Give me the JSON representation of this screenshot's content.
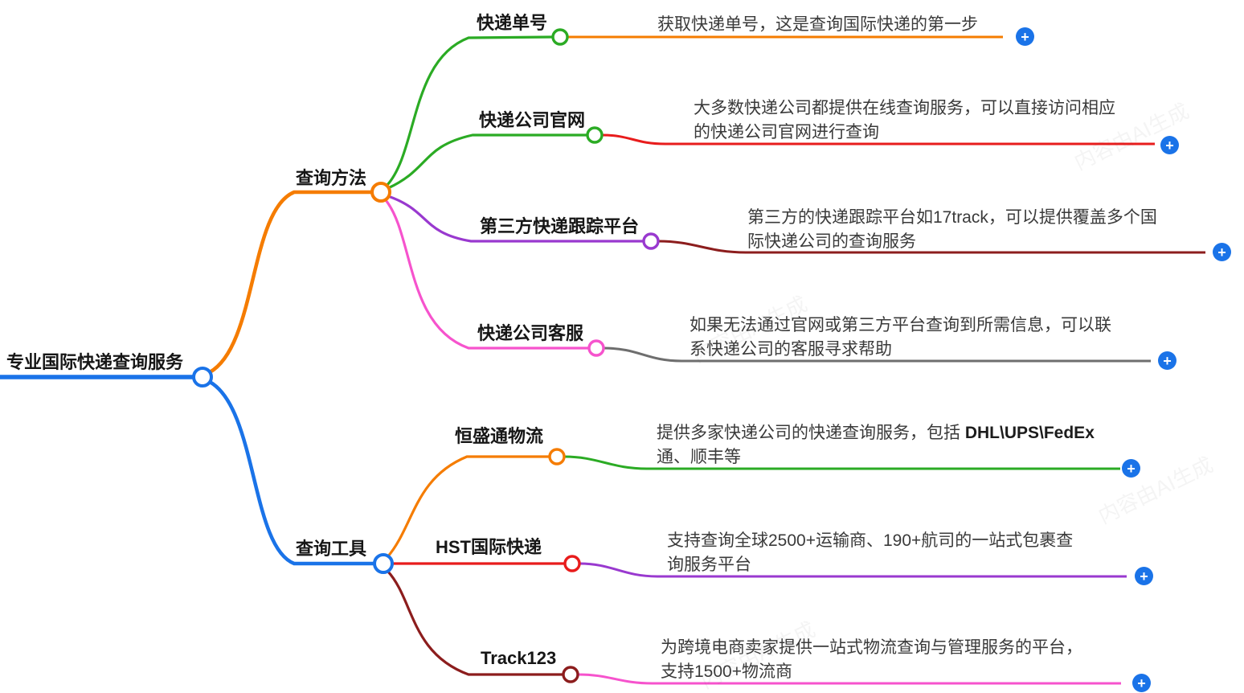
{
  "mindmap": {
    "root": {
      "label": "专业国际快递查询服务"
    },
    "branches": [
      {
        "label": "查询方法",
        "children": [
          {
            "label": "快递单号",
            "desc_lines": [
              "获取快递单号，这是查询国际快递的第一步"
            ]
          },
          {
            "label": "快递公司官网",
            "desc_lines": [
              "大多数快递公司都提供在线查询服务，可以直接访问相应",
              "的快递公司官网进行查询"
            ]
          },
          {
            "label": "第三方快递跟踪平台",
            "desc_lines": [
              "第三方的快递跟踪平台如17track，可以提供覆盖多个国",
              "际快递公司的查询服务"
            ]
          },
          {
            "label": "快递公司客服",
            "desc_lines": [
              "如果无法通过官网或第三方平台查询到所需信息，可以联",
              "系快递公司的客服寻求帮助"
            ]
          }
        ]
      },
      {
        "label": "查询工具",
        "children": [
          {
            "label": "恒盛通物流",
            "desc_pre": "提供多家快递公司的快递查询服务，包括 ",
            "desc_bold": "DHL\\UPS\\FedEx",
            "desc_line2": "通、顺丰等"
          },
          {
            "label": "HST国际快递",
            "desc_lines": [
              "支持查询全球2500+运输商、190+航司的一站式包裹查",
              "询服务平台"
            ]
          },
          {
            "label": "Track123",
            "desc_lines": [
              "为跨境电商卖家提供一站式物流查询与管理服务的平台，",
              "支持1500+物流商"
            ]
          }
        ]
      }
    ],
    "add_button_symbol": "+",
    "watermark": "内容由AI生成",
    "colors": {
      "blue": "#1a73e8",
      "orange": "#f57c00",
      "green": "#2bab24",
      "red": "#e81c1c",
      "purple": "#9939cf",
      "maroon": "#8c1d1d",
      "pink": "#f653cd",
      "gray": "#6e6e6e"
    }
  }
}
